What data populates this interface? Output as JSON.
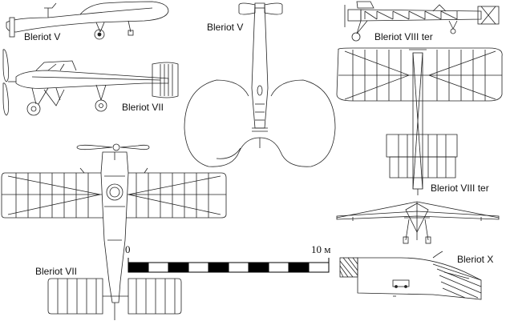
{
  "labels": {
    "bleriot_v_side": "Bleriot V",
    "bleriot_v_top": "Bleriot V",
    "bleriot_vii_side": "Bleriot VII",
    "bleriot_vii_top": "Bleriot VII",
    "bleriot_viii_ter_side": "Bleriot VIII ter",
    "bleriot_viii_ter_top": "Bleriot VIII ter",
    "bleriot_x": "Bleriot X"
  },
  "scale": {
    "start_label": "0",
    "end_label": "10 м",
    "segments": 10
  },
  "colors": {
    "line": "#222222",
    "fill": "#ffffff",
    "scale_dark": "#000000"
  }
}
